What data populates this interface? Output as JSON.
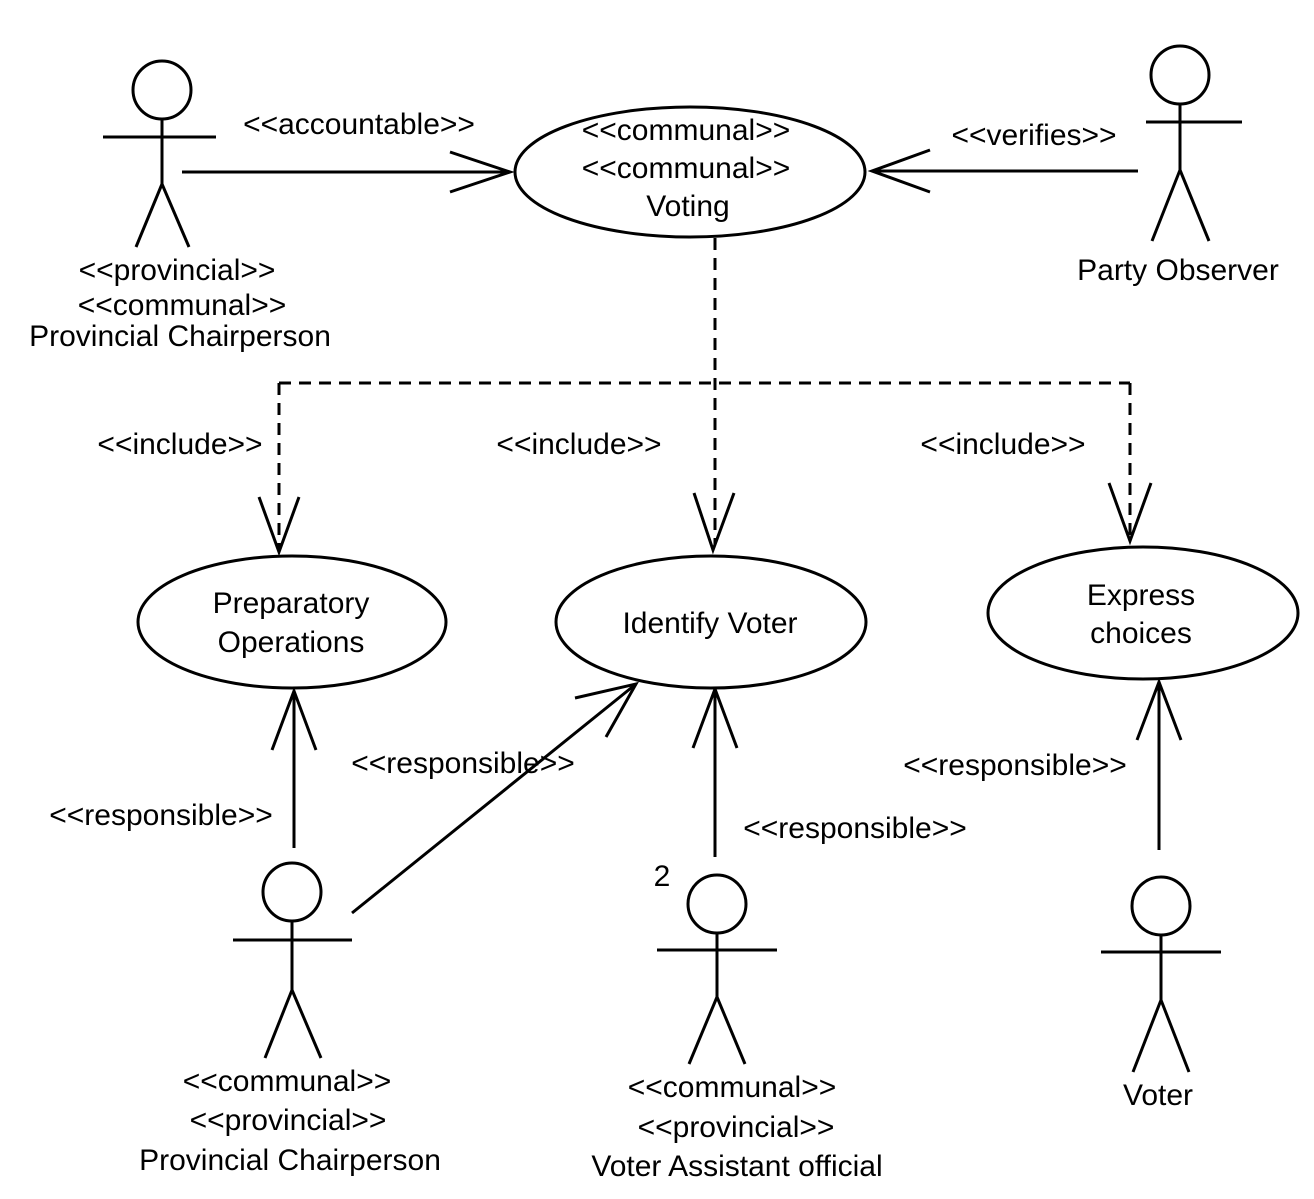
{
  "usecases": {
    "voting": {
      "stereo1": "<<communal>>",
      "stereo2": "<<communal>>",
      "name": "Voting"
    },
    "preparatory": {
      "line1": "Preparatory",
      "line2": "Operations"
    },
    "identify": {
      "name": "Identify Voter"
    },
    "express": {
      "line1": "Express",
      "line2": "choices"
    }
  },
  "actors": {
    "top_left": {
      "stereo1": "<<provincial>>",
      "stereo2": "<<communal>>",
      "name": "Provincial Chairperson"
    },
    "top_right": {
      "name": "Party Observer"
    },
    "bottom_left": {
      "stereo1": "<<communal>>",
      "stereo2": "<<provincial>>",
      "name": "Provincial Chairperson"
    },
    "bottom_middle": {
      "multiplicity": "2",
      "stereo1": "<<communal>>",
      "stereo2": "<<provincial>>",
      "name": "Voter Assistant official"
    },
    "bottom_right": {
      "name": "Voter"
    }
  },
  "relations": {
    "accountable": "<<accountable>>",
    "verifies": "<<verifies>>",
    "include_left": "<<include>>",
    "include_middle": "<<include>>",
    "include_right": "<<include>>",
    "responsible_prep": "<<responsible>>",
    "responsible_identify_diag": "<<responsible>>",
    "responsible_identify": "<<responsible>>",
    "responsible_express": "<<responsible>>"
  }
}
